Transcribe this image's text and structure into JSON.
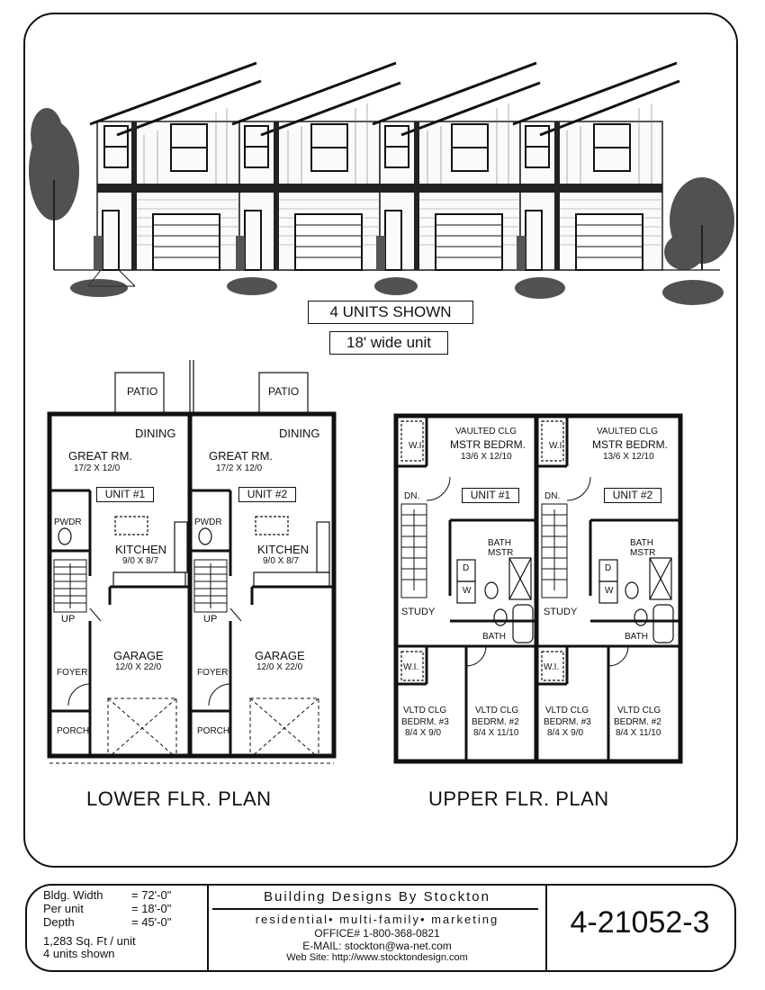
{
  "banner": {
    "units_shown": "4 UNITS SHOWN",
    "unit_width": "18' wide unit"
  },
  "lower_plan": {
    "title": "LOWER  FLR. PLAN",
    "patio": "PATIO",
    "dining": "DINING",
    "great_rm": "GREAT RM.",
    "great_rm_dim": "17/2 X 12/0",
    "unit1": "UNIT #1",
    "unit2": "UNIT #2",
    "pwdr": "PWDR",
    "kitchen": "KITCHEN",
    "kitchen_dim": "9/0 X 8/7",
    "up": "UP",
    "foyer": "FOYER",
    "porch": "PORCH",
    "garage": "GARAGE",
    "garage_dim": "12/0 X 22/0"
  },
  "upper_plan": {
    "title": "UPPER  FLR. PLAN",
    "vaulted": "VAULTED CLG",
    "mstr": "MSTR BEDRM.",
    "mstr_dim": "13/6 X 12/10",
    "wi": "W.I.",
    "dn": "DN.",
    "unit1": "UNIT #1",
    "unit2": "UNIT #2",
    "bath": "BATH",
    "mstr_short": "MSTR",
    "study": "STUDY",
    "vltd": "VLTD CLG",
    "bed3": "BEDRM. #3",
    "bed3_dim": "8/4 X 9/0",
    "bed2": "BEDRM. #2",
    "bed2_dim": "8/4 X 11/10",
    "d": "D",
    "w": "W"
  },
  "titleblock": {
    "bldg_width_label": "Bldg. Width",
    "bldg_width_value": "= 72'-0\"",
    "per_unit_label": "Per unit",
    "per_unit_value": "= 18'-0\"",
    "depth_label": "Depth",
    "depth_value": "= 45'-0\"",
    "sqft": "1,283  Sq. Ft / unit",
    "units_shown": "4 units shown",
    "company": "Building Designs By Stockton",
    "tagline": "residential• multi-family• marketing",
    "office": "OFFICE#  1-800-368-0821",
    "email": "E-MAIL: stockton@wa-net.com",
    "website": "Web Site:    http://www.stocktondesign.com",
    "plan_number": "4-21052-3"
  }
}
